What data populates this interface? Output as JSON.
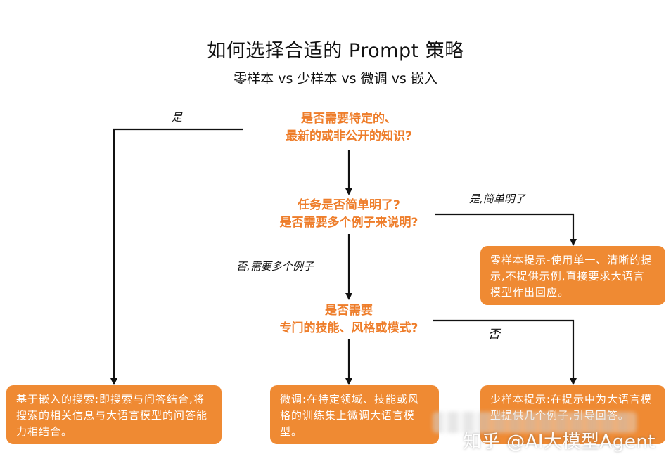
{
  "title": "如何选择合适的 Prompt 策略",
  "subtitle": "零样本 vs 少样本 vs 微调 vs 嵌入",
  "questions": {
    "q1": "是否需要特定的、\n最新的或非公开的知识?",
    "q2": "任务是否简单明了?\n是否需要多个例子来说明?",
    "q3": "是否需要\n专门的技能、风格或模式?"
  },
  "edge_labels": {
    "q1_yes": "是",
    "q2_yes": "是,简单明了",
    "q2_no": "否,需要多个例子",
    "q3_no": "否"
  },
  "outcomes": {
    "embedding": "基于嵌入的搜索:即搜索与问答结合,将搜索的相关信息与大语言模型的问答能力相结合。",
    "zero_shot": "零样本提示-使用单一、清晰的提示,不提供示例,直接要求大语言模型作出回应。",
    "fine_tune": "微调:在特定领域、技能或风格的训练集上微调大语言模型。",
    "few_shot": "少样本提示:在提示中为大语言模型提供几个例子,引导回答。"
  },
  "watermark": "知乎 @AI大模型Agent",
  "colors": {
    "accent": "#ee7d2a",
    "box_fill": "#ef8a33",
    "line": "#111111"
  }
}
